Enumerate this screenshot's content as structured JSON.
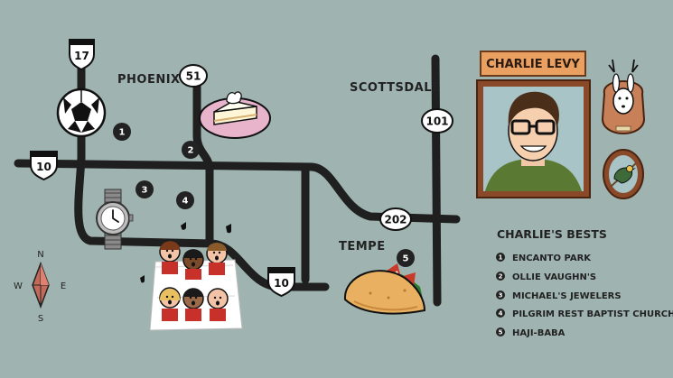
{
  "cities": {
    "phoenix": "PHOENIX",
    "scottsdale": "SCOTTSDALE",
    "tempe": "TEMPE"
  },
  "highways": {
    "i17": "17",
    "i10_west": "10",
    "i10_south": "10",
    "sr51": "51",
    "sr101": "101",
    "sr202": "202"
  },
  "markers": [
    "1",
    "2",
    "3",
    "4",
    "5"
  ],
  "nameplate": "CHARLIE LEVY",
  "legend": {
    "title": "CHARLIE'S BESTS",
    "items": [
      {
        "num": "1",
        "label": "ENCANTO PARK"
      },
      {
        "num": "2",
        "label": "OLLIE VAUGHN'S"
      },
      {
        "num": "3",
        "label": "MICHAEL'S JEWELERS"
      },
      {
        "num": "4",
        "label": "PILGRIM REST BAPTIST CHURCH"
      },
      {
        "num": "5",
        "label": "HAJI-BABA"
      }
    ]
  },
  "compass": {
    "n": "N",
    "s": "S",
    "e": "E",
    "w": "W"
  },
  "colors": {
    "background": "#9fb4b0",
    "road": "#1f1f1f",
    "frame": "#8a4a2a",
    "nameplate": "#e9a060",
    "plaque": "#c88058",
    "pie_plate": "#e8b4cc",
    "compass": "#c46a5a"
  },
  "icons": [
    "soccer-ball-icon",
    "pie-slice-icon",
    "watch-icon",
    "choir-icon",
    "taco-icon",
    "music-note-icon",
    "jackalope-icon",
    "bird-icon",
    "compass-rose-icon"
  ]
}
